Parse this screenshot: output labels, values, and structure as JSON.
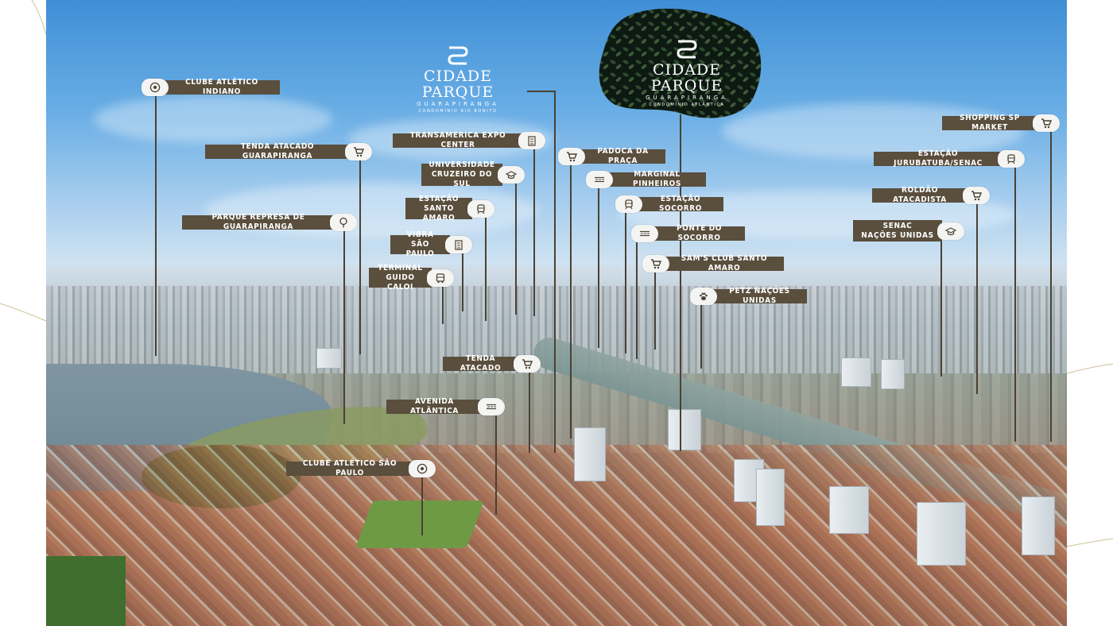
{
  "logo_left": {
    "name": "CIDADE PARQUE",
    "sub": "GUARAPIRANGA",
    "sub2": "CONDOMÍNIO RIO BONITO"
  },
  "logo_right": {
    "name": "CIDADE PARQUE",
    "sub": "GUARAPIRANGA",
    "sub2": "CONDOMÍNIO ATLÂNTICA"
  },
  "markers": [
    {
      "label": "CLUBE ATLÉTICO INDIANO",
      "icon": "soccer-ball-icon"
    },
    {
      "label": "TENDA ATACADO GUARAPIRANGA",
      "icon": "cart-icon"
    },
    {
      "label": "PARQUE REPRESA DE GUARAPIRANGA",
      "icon": "tree-icon"
    },
    {
      "label": "TRANSAMERICA EXPO CENTER",
      "icon": "building-icon"
    },
    {
      "label": "UNIVERSIDADE\nCRUZEIRO DO SUL",
      "icon": "graduation-cap-icon"
    },
    {
      "label": "ESTAÇÃO\nSANTO AMARO",
      "icon": "train-icon"
    },
    {
      "label": "VIBRA\nSÃO PAULO",
      "icon": "building-icon"
    },
    {
      "label": "TERMINAL\nGUIDO CALOI",
      "icon": "bus-icon"
    },
    {
      "label": "TENDA ATACADO",
      "icon": "cart-icon"
    },
    {
      "label": "AVENIDA ATLÂNTICA",
      "icon": "road-icon"
    },
    {
      "label": "CLUBE ATLÉTICO SÃO PAULO",
      "icon": "soccer-ball-icon"
    },
    {
      "label": "PADOCA DA PRAÇA",
      "icon": "cart-icon"
    },
    {
      "label": "MARGINAL PINHEIROS",
      "icon": "road-icon"
    },
    {
      "label": "ESTAÇÃO SOCORRO",
      "icon": "train-icon"
    },
    {
      "label": "PONTE DO SOCORRO",
      "icon": "road-icon"
    },
    {
      "label": "SAM'S CLUB SANTO AMARO",
      "icon": "cart-icon"
    },
    {
      "label": "PETZ NAÇÕES UNIDAS",
      "icon": "paw-icon"
    },
    {
      "label": "SHOPPING SP MARKET",
      "icon": "cart-icon"
    },
    {
      "label": "ESTAÇÃO JURUBATUBA/SENAC",
      "icon": "train-icon"
    },
    {
      "label": "ROLDÃO ATACADISTA",
      "icon": "cart-icon"
    },
    {
      "label": "SENAC\nNAÇÕES UNIDAS",
      "icon": "graduation-cap-icon"
    }
  ]
}
